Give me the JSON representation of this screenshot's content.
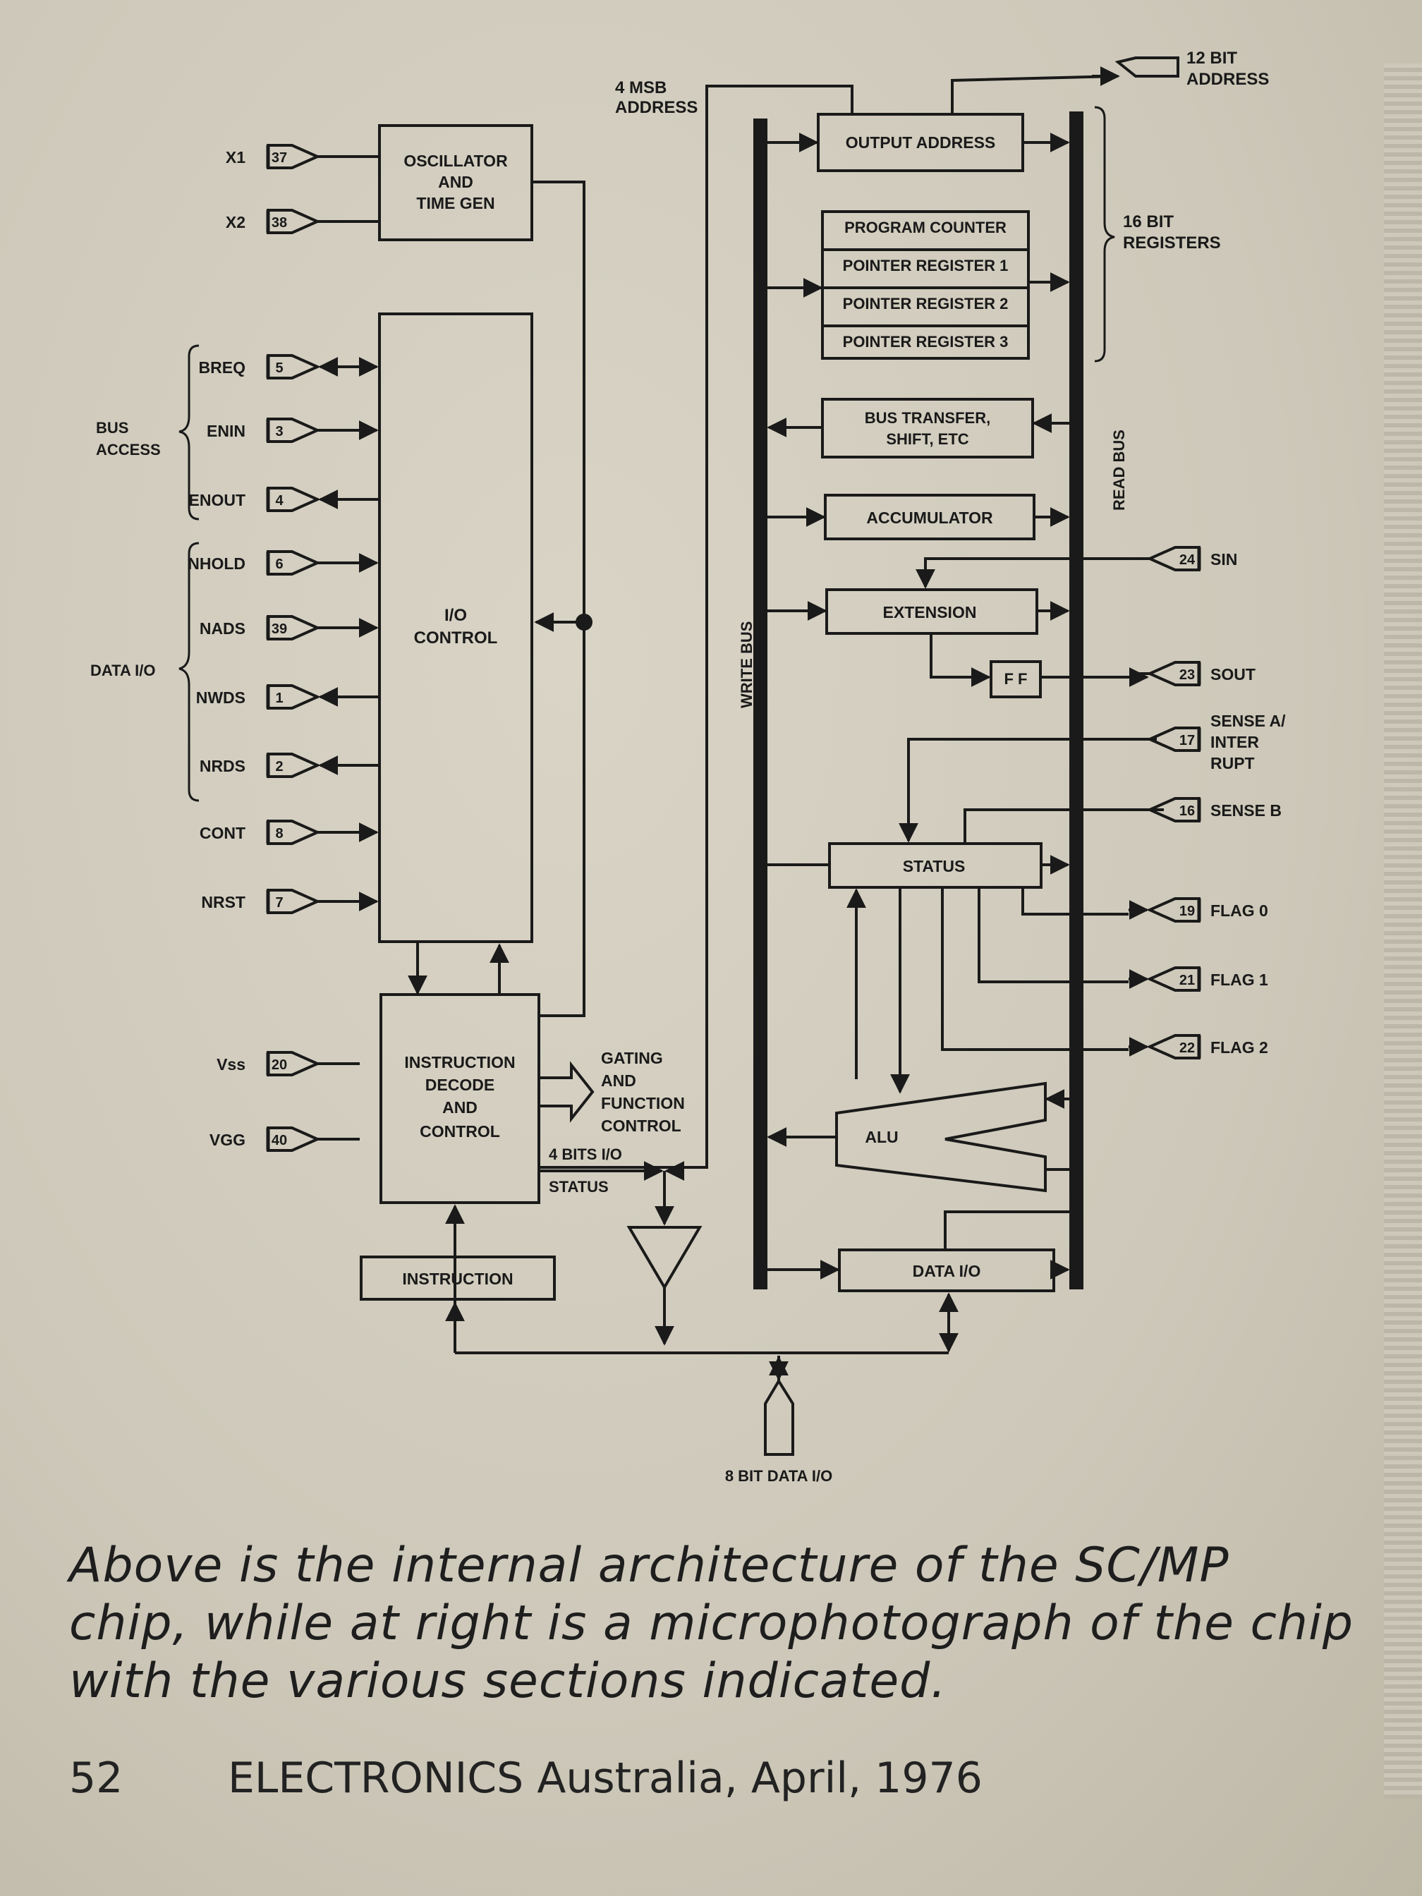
{
  "diagram": {
    "labels": {
      "msb_address": [
        "4 MSB",
        "ADDRESS"
      ],
      "address_12bit": [
        "12 BIT",
        "ADDRESS"
      ],
      "registers_16bit": [
        "16 BIT",
        "REGISTERS"
      ],
      "oscillator": [
        "OSCILLATOR",
        "AND",
        "TIME GEN"
      ],
      "io_control": [
        "I/O",
        "CONTROL"
      ],
      "instruction_decode": [
        "INSTRUCTION",
        "DECODE",
        "AND",
        "CONTROL"
      ],
      "instruction": "INSTRUCTION",
      "gating": [
        "GATING",
        "AND",
        "FUNCTION",
        "CONTROL"
      ],
      "bits_io": "4 BITS I/O",
      "status_small": "STATUS",
      "output_address": "OUTPUT ADDRESS",
      "program_counter": "PROGRAM COUNTER",
      "pointer_register_1": "POINTER REGISTER 1",
      "pointer_register_2": "POINTER REGISTER 2",
      "pointer_register_3": "POINTER REGISTER 3",
      "bus_transfer": [
        "BUS TRANSFER,",
        "SHIFT, ETC"
      ],
      "accumulator": "ACCUMULATOR",
      "extension": "EXTENSION",
      "ff": "F F",
      "status": "STATUS",
      "alu": "ALU",
      "data_io": "DATA I/O",
      "write_bus": "WRITE BUS",
      "read_bus": "READ BUS",
      "data_8bit": "8 BIT DATA I/O",
      "bus_access": [
        "BUS",
        "ACCESS"
      ],
      "data_io_group": "DATA I/O"
    },
    "left_pins": [
      {
        "name": "X1",
        "num": "37"
      },
      {
        "name": "X2",
        "num": "38"
      },
      {
        "name": "BREQ",
        "num": "5"
      },
      {
        "name": "ENIN",
        "num": "3"
      },
      {
        "name": "ENOUT",
        "num": "4"
      },
      {
        "name": "NHOLD",
        "num": "6"
      },
      {
        "name": "NADS",
        "num": "39"
      },
      {
        "name": "NWDS",
        "num": "1"
      },
      {
        "name": "NRDS",
        "num": "2"
      },
      {
        "name": "CONT",
        "num": "8"
      },
      {
        "name": "NRST",
        "num": "7"
      },
      {
        "name": "Vss",
        "num": "20"
      },
      {
        "name": "VGG",
        "num": "40"
      }
    ],
    "right_pins": [
      {
        "name": "SIN",
        "num": "24"
      },
      {
        "name": "SOUT",
        "num": "23"
      },
      {
        "name": "SENSE A/",
        "name2": "INTER",
        "name3": "RUPT",
        "num": "17"
      },
      {
        "name": "SENSE B",
        "num": "16"
      },
      {
        "name": "FLAG 0",
        "num": "19"
      },
      {
        "name": "FLAG 1",
        "num": "21"
      },
      {
        "name": "FLAG 2",
        "num": "22"
      }
    ]
  },
  "caption": [
    "Above is the internal architecture of the SC/MP",
    "chip, while at right is a microphotograph of the chip",
    "with the various sections indicated."
  ],
  "footer": {
    "page_number": "52",
    "publication": "ELECTRONICS Australia, April, 1976"
  },
  "colors": {
    "ink": "#1a1a1a",
    "paper": "#d2cdbf"
  }
}
